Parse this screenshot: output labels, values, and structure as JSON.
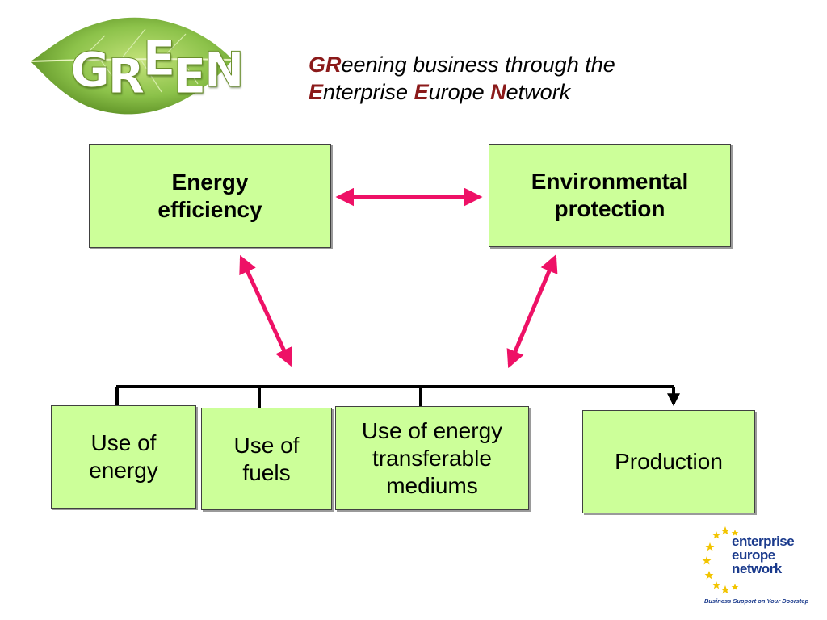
{
  "logo": {
    "text_G": "G",
    "text_R": "R",
    "text_E1": "E",
    "text_E2": "E",
    "text_N": "N"
  },
  "title": {
    "line1_bold": "GR",
    "line1_rest": "eening business through the",
    "line2_b1": "E",
    "line2_r1": "nterprise ",
    "line2_b2": "E",
    "line2_r2": "urope ",
    "line2_b3": "N",
    "line2_r3": "etwork"
  },
  "nodes": {
    "energy_efficiency": "Energy\nefficiency",
    "environmental_protection": "Environmental\nprotection",
    "use_of_energy": "Use of\nenergy",
    "use_of_fuels": "Use of\nfuels",
    "use_of_energy_transferable_mediums": "Use of energy\ntransferable\nmediums",
    "production": "Production"
  },
  "edges": [
    {
      "from": "energy_efficiency",
      "to": "environmental_protection",
      "type": "bidirectional"
    },
    {
      "from": "energy_efficiency",
      "to": "bottom_group",
      "type": "bidirectional"
    },
    {
      "from": "environmental_protection",
      "to": "bottom_group",
      "type": "bidirectional"
    }
  ],
  "colors": {
    "box_fill": "#ccff99",
    "arrow": "#ee1166",
    "connector": "#000000",
    "leaf": "#7fb23a",
    "een_blue": "#1a3a8c",
    "een_star": "#f2c400"
  },
  "een_logo": {
    "line1": "enterprise",
    "line2": "europe",
    "line3": "network",
    "tagline": "Business Support on Your Doorstep"
  }
}
